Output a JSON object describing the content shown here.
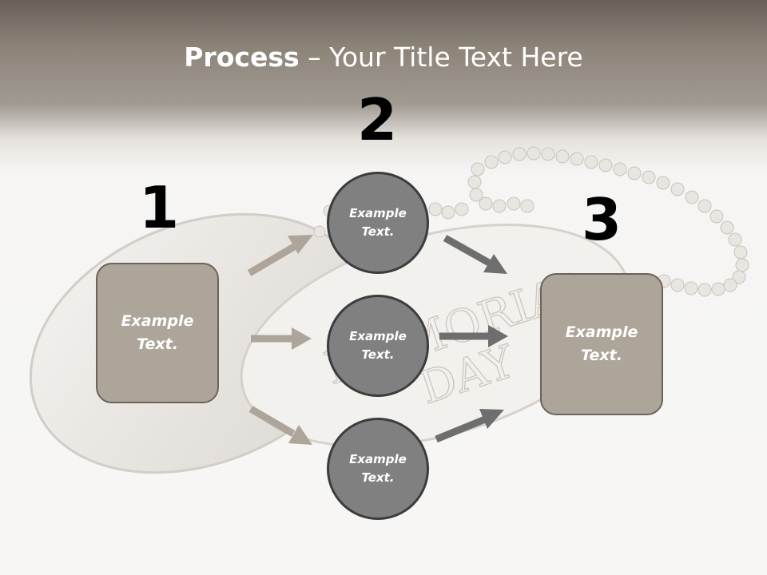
{
  "title": {
    "bold": "Process",
    "rest": " – Your Title Text Here"
  },
  "tag_text": {
    "line1": "MEMORIAL",
    "line2": "DAY"
  },
  "steps": {
    "one": {
      "number": "1",
      "label": "Example Text."
    },
    "two": {
      "number": "2",
      "label": "Example Text."
    },
    "three": {
      "number": "3",
      "label": "Example Text."
    }
  },
  "circles": [
    {
      "label": "Example Text."
    },
    {
      "label": "Example Text."
    },
    {
      "label": "Example Text."
    }
  ],
  "colors": {
    "box_fill": "#ada59a",
    "circle_fill": "#808080",
    "arrow_light": "#ada59a",
    "arrow_dark": "#6e6e6e"
  }
}
